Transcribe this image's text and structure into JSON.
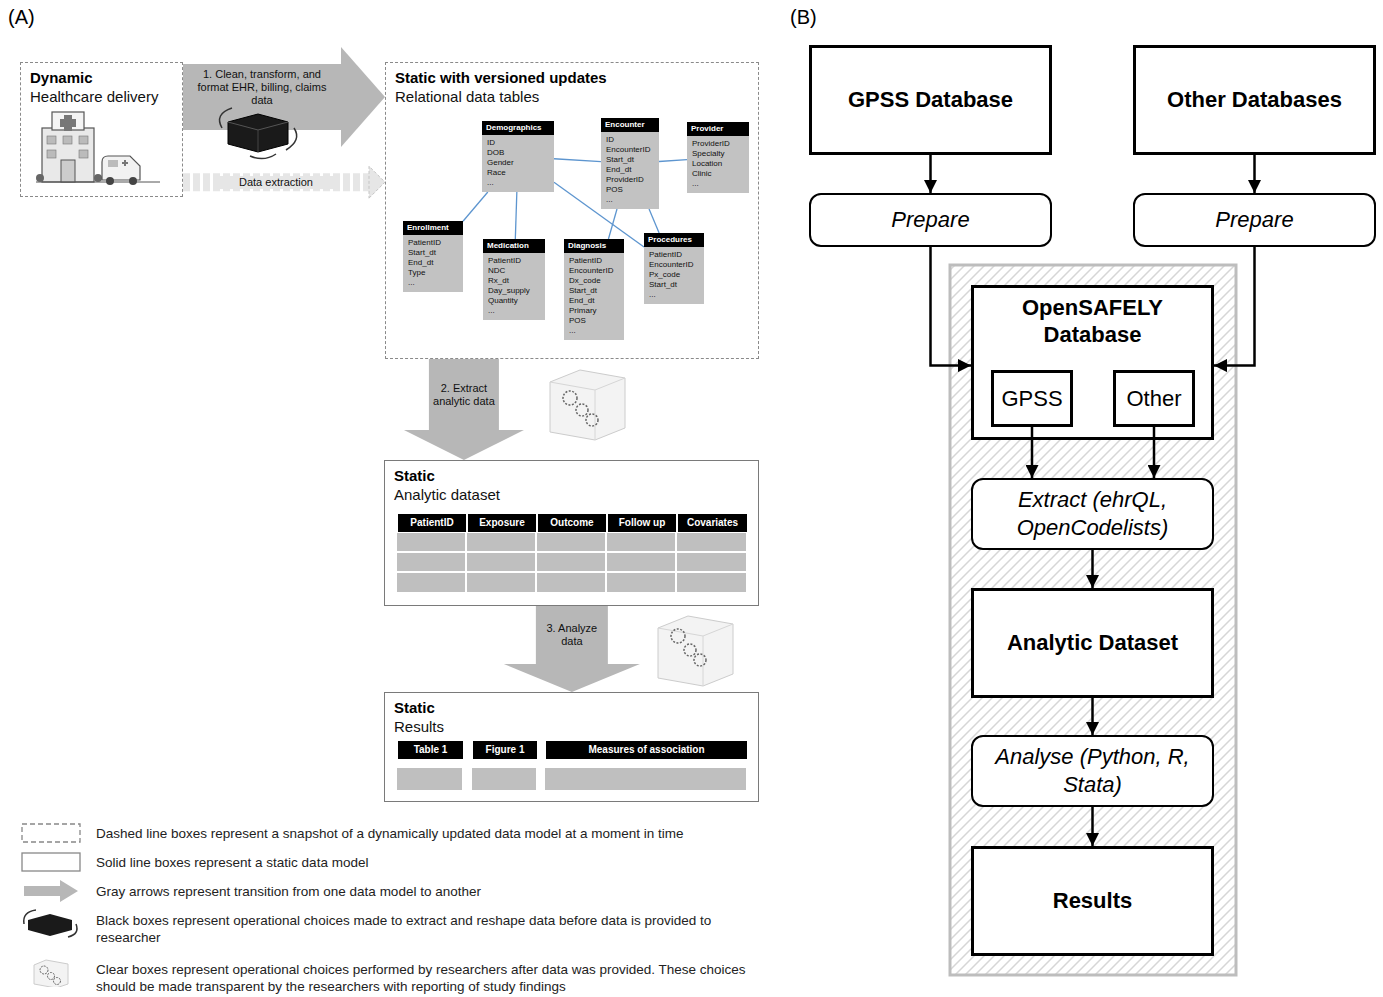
{
  "diagram": {
    "nodes": [
      {
        "text": [
          "Dynamic",
          "Healthcare delivery"
        ]
      },
      {
        "text": [
          "Static with versioned updates",
          "Relational data tables"
        ]
      },
      {
        "text": [
          "Demographics",
          "ID",
          "DOB",
          "Gender",
          "Race",
          "..."
        ],
        "in": 1
      },
      {
        "text": [
          "Encounter",
          "ID",
          "EncounterID",
          "Start_dt",
          "End_dt",
          "ProviderID",
          "POS",
          "..."
        ],
        "in": 1
      },
      {
        "text": [
          "Provider",
          "ProviderID",
          "Specialty",
          "Location",
          "Clinic",
          "..."
        ],
        "in": 1
      },
      {
        "text": [
          "Enrollment",
          "PatientID",
          "Start_dt",
          "End_dt",
          "Type",
          "..."
        ],
        "in": 1
      },
      {
        "text": [
          "Medication",
          "PatientID",
          "NDC",
          "Rx_dt",
          "Day_supply",
          "Quantity",
          "..."
        ],
        "in": 1
      },
      {
        "text": [
          "Diagnosis",
          "PatientID",
          "EncounterID",
          "Dx_code",
          "Start_dt",
          "End_dt",
          "Primary",
          "POS",
          "..."
        ],
        "in": 1
      },
      {
        "text": [
          "Procedures",
          "PatientID",
          "EncounterID",
          "Px_code",
          "Start_dt",
          "..."
        ],
        "in": 1
      },
      {
        "text": [
          "Static",
          "Analytic dataset",
          "PatientID",
          "Exposure",
          "Outcome",
          "Follow up",
          "Covariates"
        ]
      },
      {
        "text": [
          "Static",
          "Results",
          "Table 1",
          "Figure 1",
          "Measures of association"
        ]
      },
      {
        "text": [
          "GPSS Database"
        ]
      },
      {
        "text": [
          "Other Databases"
        ]
      },
      {
        "text": [
          "Prepare"
        ]
      },
      {
        "text": [
          "Prepare"
        ]
      },
      {
        "text": [
          "OpenSAFELY Database"
        ]
      },
      {
        "text": [
          "GPSS"
        ],
        "in": 15
      },
      {
        "text": [
          "Other"
        ],
        "in": 15
      },
      {
        "text": [
          "Extract (ehrQL, OpenCodelists)"
        ]
      },
      {
        "text": [
          "Analytic Dataset"
        ]
      },
      {
        "text": [
          "Analyse (Python, R, Stata)"
        ]
      },
      {
        "text": [
          "Results"
        ]
      }
    ],
    "edges": [
      {
        "from": 0,
        "to": 1,
        "arrow": "to",
        "label": "1. Clean, transform, and format EHR, billing, claims data"
      },
      {
        "from": 0,
        "to": 1,
        "arrow": "to",
        "label": "Data extraction"
      },
      {
        "from": 2,
        "to": 3,
        "arrow": "none"
      },
      {
        "from": 3,
        "to": 4,
        "arrow": "none"
      },
      {
        "from": 2,
        "to": 5,
        "arrow": "none"
      },
      {
        "from": 2,
        "to": 6,
        "arrow": "none"
      },
      {
        "from": 2,
        "to": 8,
        "arrow": "none"
      },
      {
        "from": 3,
        "to": 7,
        "arrow": "none"
      },
      {
        "from": 3,
        "to": 8,
        "arrow": "none"
      },
      {
        "from": 1,
        "to": 9,
        "arrow": "to",
        "label": "2. Extract analytic data"
      },
      {
        "from": 9,
        "to": 10,
        "arrow": "to",
        "label": "3. Analyze data"
      },
      {
        "from": 11,
        "to": 13,
        "arrow": "to"
      },
      {
        "from": 12,
        "to": 14,
        "arrow": "to"
      },
      {
        "from": 13,
        "to": 15,
        "arrow": "to"
      },
      {
        "from": 14,
        "to": 15,
        "arrow": "to"
      },
      {
        "from": 16,
        "to": 18,
        "arrow": "to"
      },
      {
        "from": 17,
        "to": 18,
        "arrow": "to"
      },
      {
        "from": 18,
        "to": 19,
        "arrow": "to"
      },
      {
        "from": 19,
        "to": 20,
        "arrow": "to"
      },
      {
        "from": 20,
        "to": 21,
        "arrow": "to"
      }
    ],
    "labels": [
      "(A)",
      "(B)"
    ],
    "legend": [
      {
        "text": "Dashed line boxes represent a snapshot of a dynamically updated data model at a moment in time"
      },
      {
        "text": "Solid line boxes represent a static data model"
      },
      {
        "text": "Gray arrows represent transition from one data model to another"
      },
      {
        "text": "Black boxes represent operational choices made to extract and reshape data before data is provided to researcher"
      },
      {
        "text": "Clear boxes represent operational choices performed by researchers after data was provided. These choices should be made transparent by the researchers with reporting of study findings"
      }
    ]
  }
}
